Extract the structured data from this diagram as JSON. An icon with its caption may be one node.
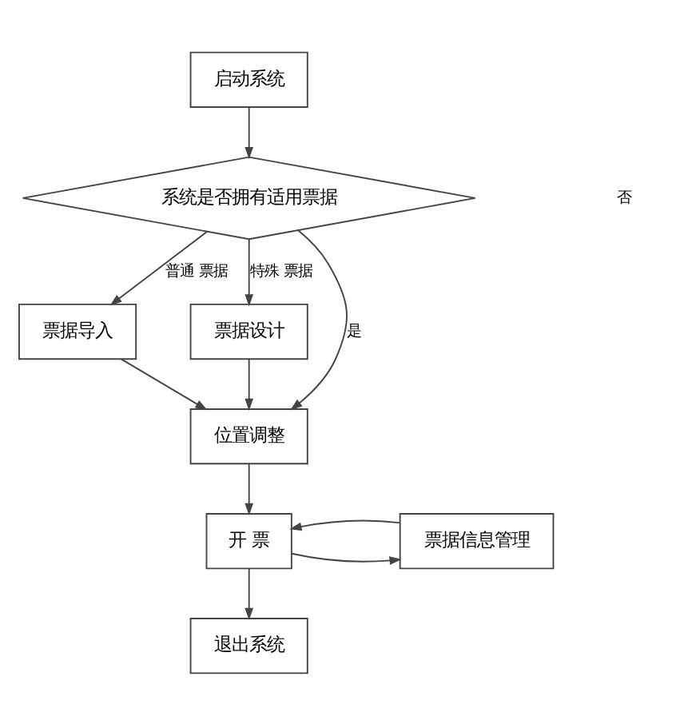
{
  "diagram": {
    "nodes": [
      {
        "text": [
          "启动系统"
        ]
      },
      {
        "text": [
          "系统是否拥有适用票据"
        ]
      },
      {
        "text": [
          "票据导入"
        ]
      },
      {
        "text": [
          "票据设计"
        ]
      },
      {
        "text": [
          "位置调整"
        ]
      },
      {
        "text": [
          "开 票"
        ]
      },
      {
        "text": [
          "票据信息管理"
        ]
      },
      {
        "text": [
          "退出系统"
        ]
      }
    ],
    "edges": [
      {
        "from": 0,
        "to": 1,
        "arrow": "to"
      },
      {
        "from": 1,
        "to": 2,
        "arrow": "to",
        "label": "普通 票据"
      },
      {
        "from": 1,
        "to": 3,
        "arrow": "to",
        "label": "特殊 票据"
      },
      {
        "from": 1,
        "to": 4,
        "arrow": "to",
        "label": "是"
      },
      {
        "from": 2,
        "to": 4,
        "arrow": "to"
      },
      {
        "from": 3,
        "to": 4,
        "arrow": "to"
      },
      {
        "from": 4,
        "to": 5,
        "arrow": "to"
      },
      {
        "from": 5,
        "to": 6,
        "arrow": "to"
      },
      {
        "from": 6,
        "to": 5,
        "arrow": "to"
      },
      {
        "from": 5,
        "to": 7,
        "arrow": "to"
      }
    ],
    "labels": [
      "否"
    ]
  }
}
